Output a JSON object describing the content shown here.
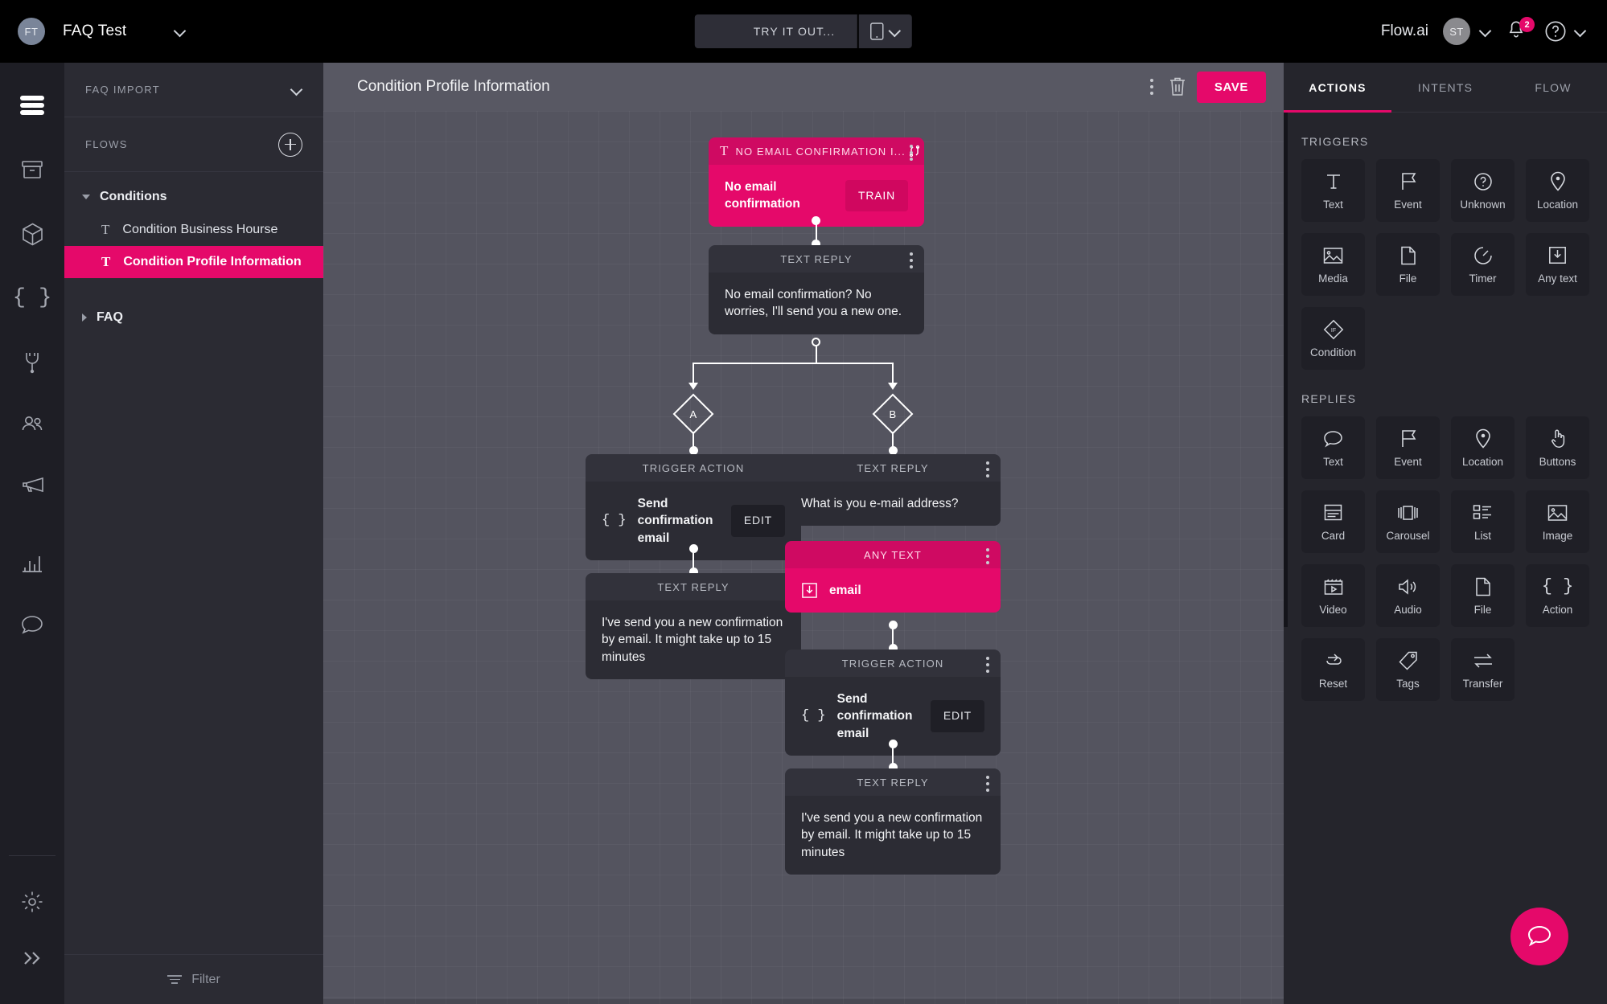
{
  "topbar": {
    "brand_initials": "FT",
    "brand_title": "FAQ Test",
    "tryout_label": "TRY IT OUT...",
    "org_name": "Flow.ai",
    "user_initials": "ST",
    "notification_count": "2",
    "help_icon": "question-circle-icon",
    "play_icon": "play-icon",
    "device_icon": "mobile-icon",
    "bell_icon": "bell-icon"
  },
  "rail": {
    "items": [
      {
        "icon": "flows-list-icon",
        "active": true
      },
      {
        "icon": "inbox-icon",
        "active": false
      },
      {
        "icon": "cube-icon",
        "active": false
      },
      {
        "icon": "braces-icon",
        "active": false
      },
      {
        "icon": "plug-icon",
        "active": false
      },
      {
        "icon": "users-icon",
        "active": false
      },
      {
        "icon": "megaphone-icon",
        "active": false
      },
      {
        "icon": "bar-chart-icon",
        "active": false
      },
      {
        "icon": "chat-bubble-icon",
        "active": false
      }
    ],
    "settings_icon": "gear-icon",
    "expand_icon": "double-chevron-right-icon"
  },
  "sidebar": {
    "project_label": "FAQ IMPORT",
    "flows_label": "FLOWS",
    "add_icon": "plus-circle-icon",
    "tree": [
      {
        "label": "Conditions",
        "expanded": true,
        "children": [
          {
            "label": "Condition Business Hourse",
            "glyph": "T",
            "active": false
          },
          {
            "label": "Condition Profile Information",
            "glyph": "T",
            "active": true
          }
        ]
      },
      {
        "label": "FAQ",
        "expanded": false,
        "children": []
      }
    ],
    "filter_label": "Filter",
    "filter_icon": "filter-icon"
  },
  "canvas": {
    "title": "Condition Profile Information",
    "save_label": "SAVE",
    "delete_icon": "trash-icon",
    "menu_icon": "kebab-menu-icon",
    "branch_a_label": "A",
    "branch_b_label": "B",
    "nodes": {
      "trigger": {
        "header": "NO EMAIL CONFIRMATION I...",
        "header_glyph": "T",
        "branch_icon": "shuffle-icon",
        "title": "No email confirmation",
        "button": "TRAIN"
      },
      "reply1": {
        "header": "TEXT REPLY",
        "text": "No email confirmation? No worries, I'll send you a new one."
      },
      "a_action": {
        "header": "TRIGGER ACTION",
        "icon": "braces-icon",
        "title": "Send confirmation email",
        "button": "EDIT"
      },
      "a_reply": {
        "header": "TEXT REPLY",
        "text": "I've send you a new confirmation by email. It might take up to 15 minutes"
      },
      "b_reply": {
        "header": "TEXT REPLY",
        "text": "What is you e-mail address?"
      },
      "b_anytext": {
        "header": "ANY TEXT",
        "icon": "any-text-icon",
        "label": "email"
      },
      "b_action": {
        "header": "TRIGGER ACTION",
        "icon": "braces-icon",
        "title": "Send confirmation email",
        "button": "EDIT"
      },
      "b_reply2": {
        "header": "TEXT REPLY",
        "text": "I've send you a new confirmation by email. It might take up to 15 minutes"
      }
    }
  },
  "rightpanel": {
    "tabs": [
      {
        "label": "ACTIONS",
        "active": true
      },
      {
        "label": "INTENTS",
        "active": false
      },
      {
        "label": "FLOW",
        "active": false
      }
    ],
    "triggers_label": "TRIGGERS",
    "triggers": [
      {
        "label": "Text",
        "icon": "text-t-icon"
      },
      {
        "label": "Event",
        "icon": "flag-icon"
      },
      {
        "label": "Unknown",
        "icon": "question-circle-icon"
      },
      {
        "label": "Location",
        "icon": "map-pin-icon"
      },
      {
        "label": "Media",
        "icon": "image-icon"
      },
      {
        "label": "File",
        "icon": "file-icon"
      },
      {
        "label": "Timer",
        "icon": "timer-icon"
      },
      {
        "label": "Any text",
        "icon": "any-text-icon"
      },
      {
        "label": "Condition",
        "icon": "condition-if-icon"
      }
    ],
    "replies_label": "REPLIES",
    "replies": [
      {
        "label": "Text",
        "icon": "chat-bubble-icon"
      },
      {
        "label": "Event",
        "icon": "flag-icon"
      },
      {
        "label": "Location",
        "icon": "map-pin-icon"
      },
      {
        "label": "Buttons",
        "icon": "pointer-hand-icon"
      },
      {
        "label": "Card",
        "icon": "card-icon"
      },
      {
        "label": "Carousel",
        "icon": "carousel-icon"
      },
      {
        "label": "List",
        "icon": "list-icon"
      },
      {
        "label": "Image",
        "icon": "image-icon"
      },
      {
        "label": "Video",
        "icon": "video-icon"
      },
      {
        "label": "Audio",
        "icon": "audio-icon"
      },
      {
        "label": "File",
        "icon": "file-icon"
      },
      {
        "label": "Action",
        "icon": "braces-icon"
      },
      {
        "label": "Reset",
        "icon": "reset-icon"
      },
      {
        "label": "Tags",
        "icon": "tag-icon"
      },
      {
        "label": "Transfer",
        "icon": "transfer-icon"
      }
    ]
  },
  "fab": {
    "icon": "chat-bubble-icon"
  },
  "colors": {
    "accent": "#e5096a",
    "canvas_bg": "#54545f",
    "panel_bg": "#25252c"
  }
}
